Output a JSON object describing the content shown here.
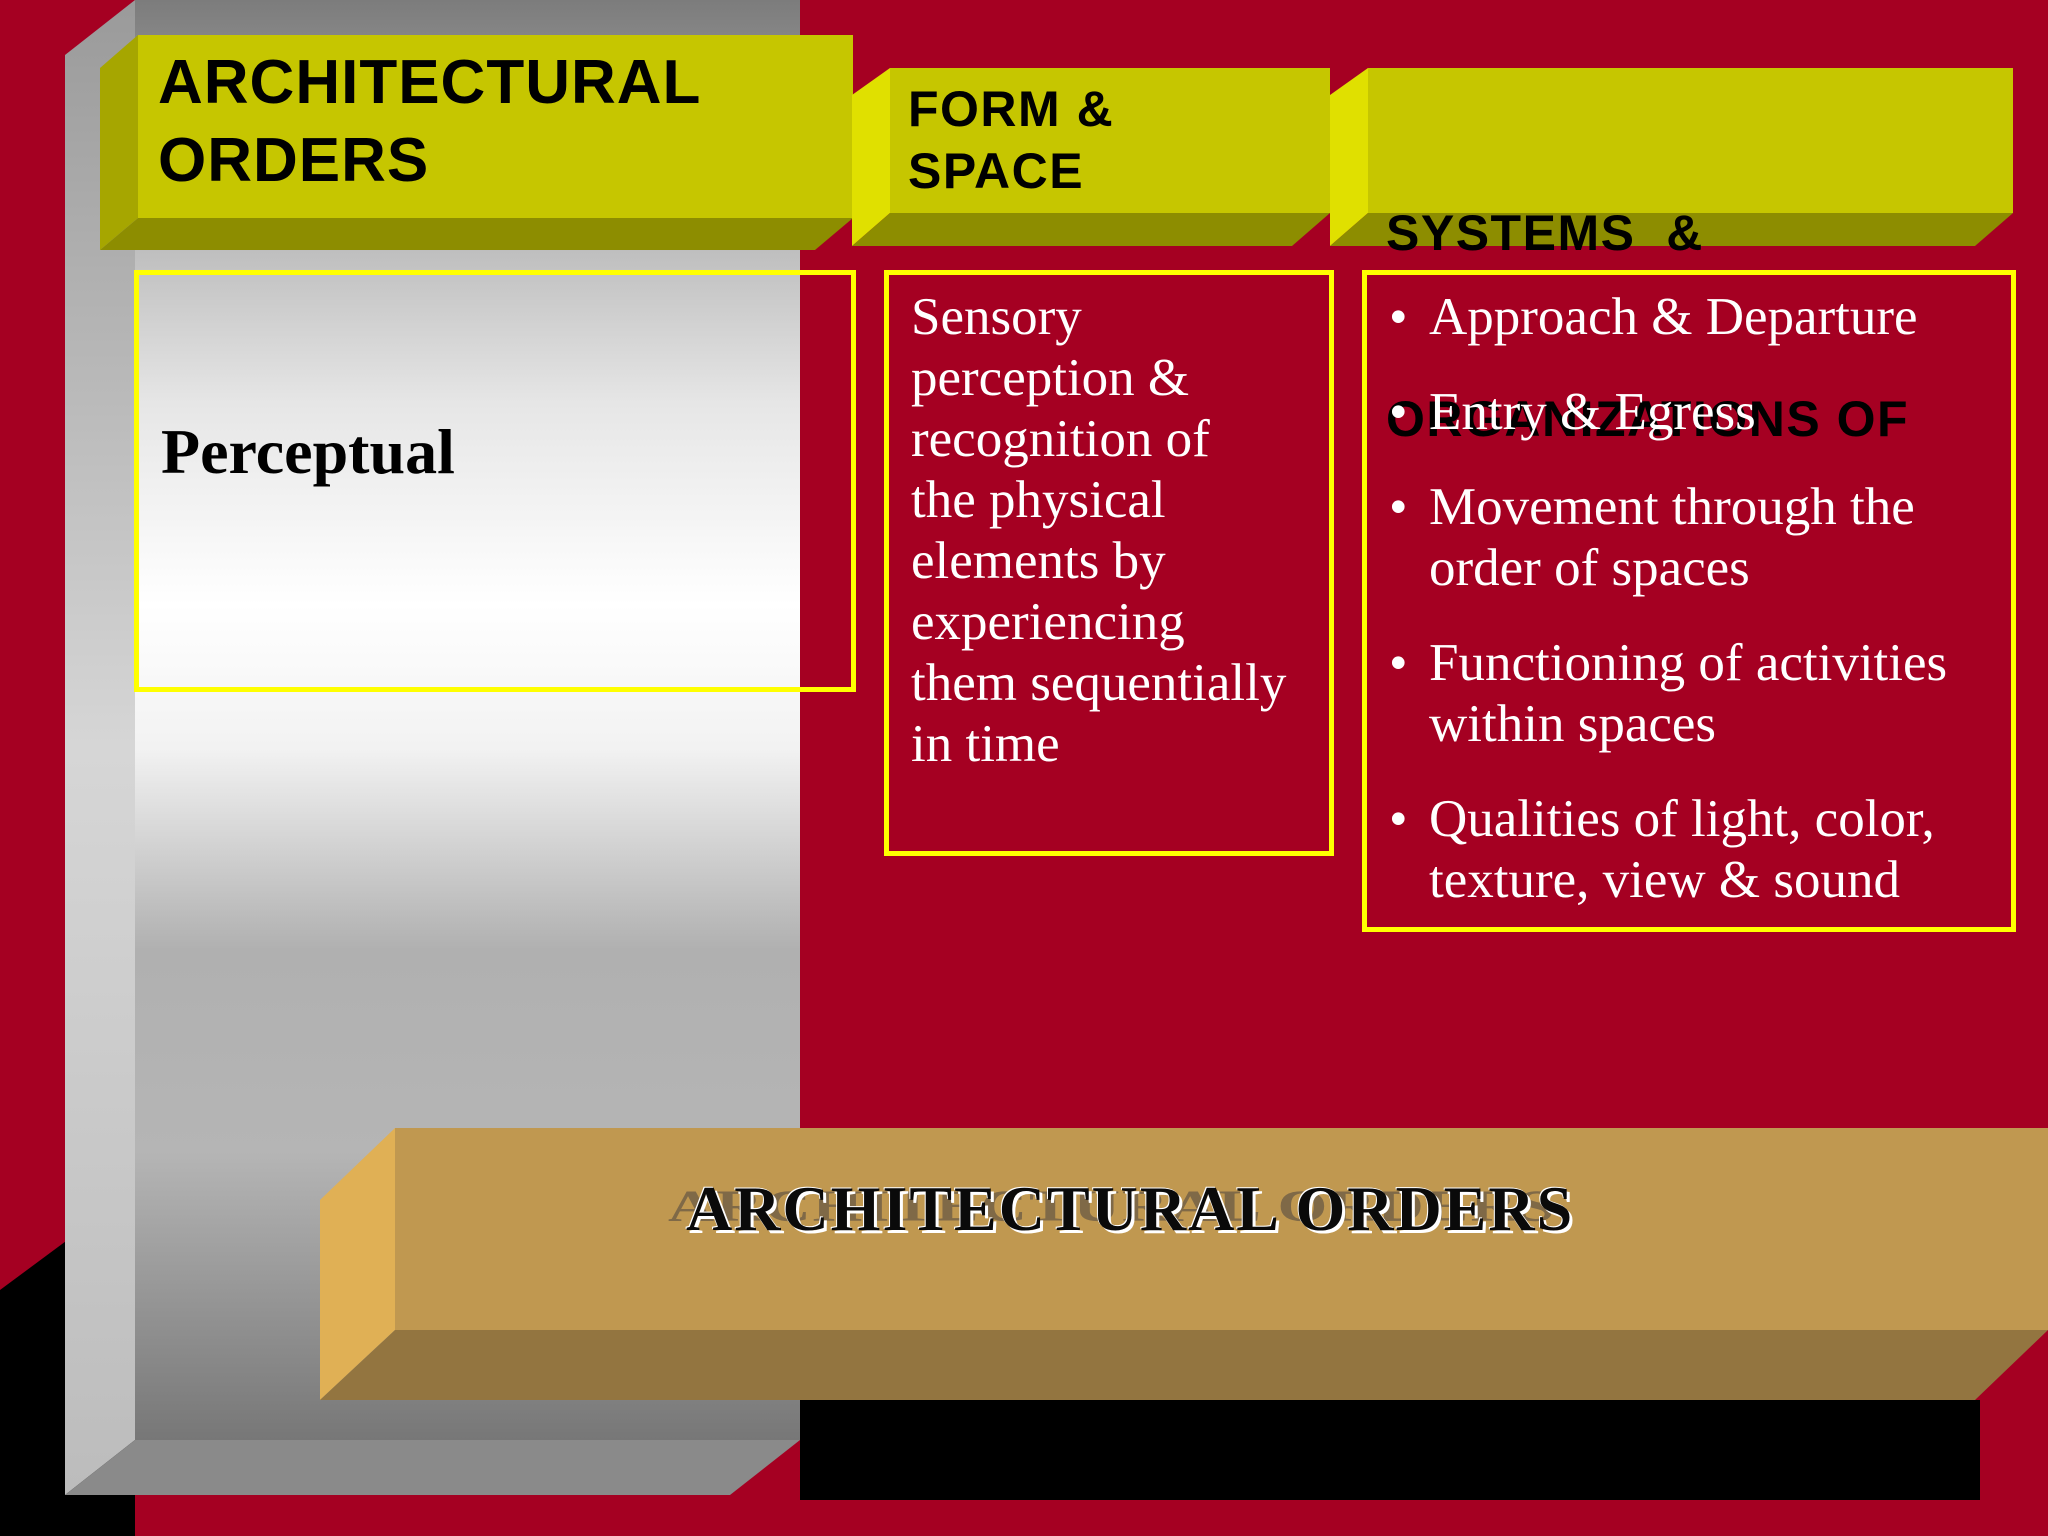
{
  "header": {
    "main_title_line1": "ARCHITECTURAL",
    "main_title_line2": "ORDERS",
    "col2_line1": "FORM &",
    "col2_line2": "SPACE",
    "col3_line1": "SYSTEMS  &",
    "col3_line2": "ORGANIZATIONS OF"
  },
  "row": {
    "label": "Perceptual",
    "description_lines": [
      "Sensory",
      "perception &",
      "recognition of",
      "the physical",
      "elements by",
      "experiencing",
      "them sequentially",
      "in time"
    ],
    "bullet_glyph": "•",
    "bullets": [
      [
        "Approach & Departure"
      ],
      [
        "Entry & Egress"
      ],
      [
        "Movement through the",
        "order of spaces"
      ],
      [
        "Functioning of activities",
        "within spaces"
      ],
      [
        "Qualities of light, color,",
        "texture, view & sound"
      ]
    ]
  },
  "banner": {
    "title": "ARCHITECTURAL ORDERS"
  },
  "colors": {
    "background": "#a50022",
    "header_block": "#c8c800",
    "box_border": "#ffff00",
    "banner": "#c09850"
  }
}
